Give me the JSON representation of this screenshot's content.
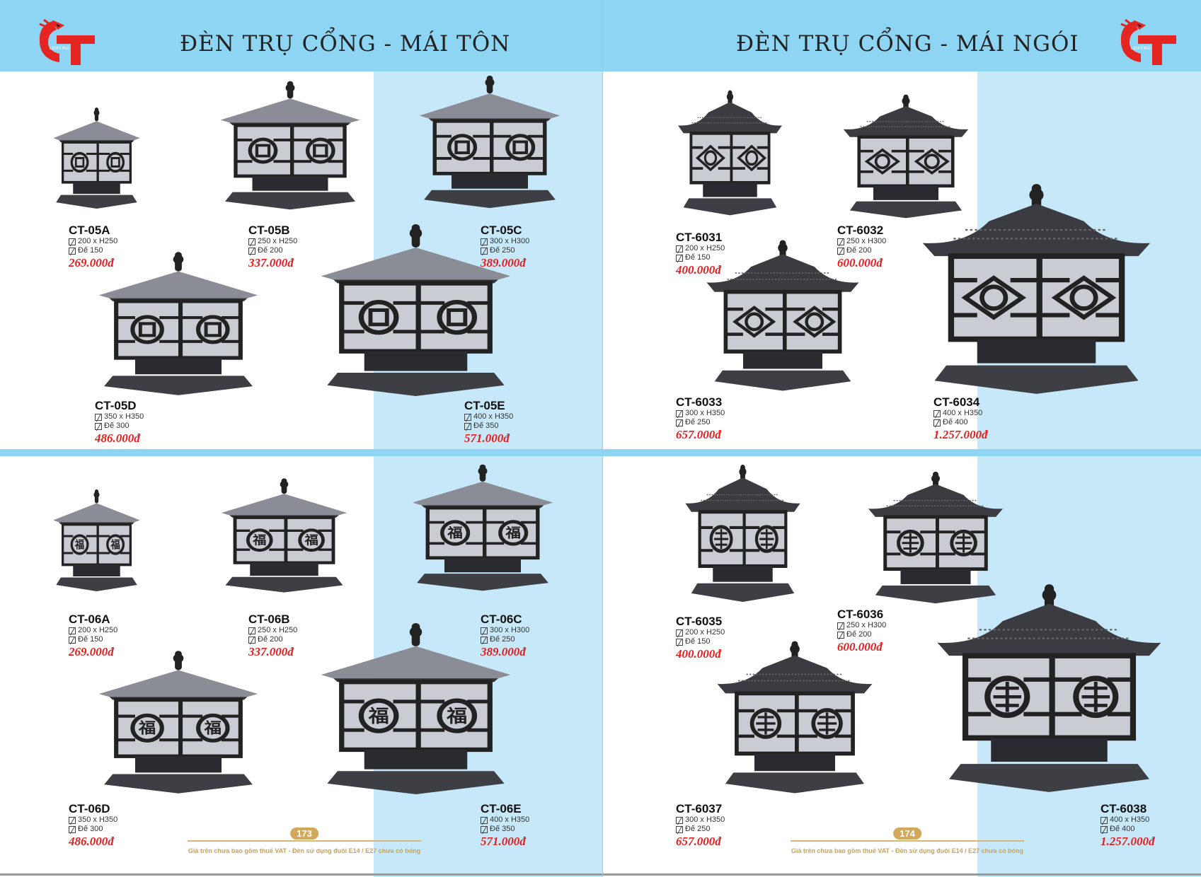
{
  "pages": [
    {
      "title": "ĐÈN TRỤ CỔNG - MÁI TÔN",
      "logo_text": "CT LIGHTING",
      "page_number": "173",
      "footer_note": "Giá trên chưa bao gồm thuế VAT - Đèn sử dụng đuôi E14 / E27 chưa có bóng"
    },
    {
      "title": "ĐÈN TRỤ CỔNG - MÁI NGÓI",
      "logo_text": "CT LIGHTING",
      "page_number": "174",
      "footer_note": "Giá trên chưa bao gồm thuế VAT - Đèn sử dụng đuôi E14 / E27 chưa có bóng"
    }
  ],
  "colors": {
    "header": "#8dd5f2",
    "strip": "#c6e8f8",
    "price": "#e41e1e",
    "logo": "#e52521"
  },
  "products": [
    {
      "code": "CT-05A",
      "size": "200 x H250",
      "base": "Đế 150",
      "price": "269.000đ",
      "roof": "ton",
      "motif": "coin"
    },
    {
      "code": "CT-05B",
      "size": "250 x H250",
      "base": "Đế 200",
      "price": "337.000đ",
      "roof": "ton",
      "motif": "coin"
    },
    {
      "code": "CT-05C",
      "size": "300 x H300",
      "base": "Đế 250",
      "price": "389.000đ",
      "roof": "ton",
      "motif": "coin"
    },
    {
      "code": "CT-05D",
      "size": "350 x H350",
      "base": "Đế 300",
      "price": "486.000đ",
      "roof": "ton",
      "motif": "coin"
    },
    {
      "code": "CT-05E",
      "size": "400 x H350",
      "base": "Đế 350",
      "price": "571.000đ",
      "roof": "ton",
      "motif": "coin"
    },
    {
      "code": "CT-06A",
      "size": "200 x H250",
      "base": "Đế 150",
      "price": "269.000đ",
      "roof": "ton",
      "motif": "fu"
    },
    {
      "code": "CT-06B",
      "size": "250 x H250",
      "base": "Đế 200",
      "price": "337.000đ",
      "roof": "ton",
      "motif": "fu"
    },
    {
      "code": "CT-06C",
      "size": "300 x H300",
      "base": "Đế 250",
      "price": "389.000đ",
      "roof": "ton",
      "motif": "fu"
    },
    {
      "code": "CT-06D",
      "size": "350 x H350",
      "base": "Đế 300",
      "price": "486.000đ",
      "roof": "ton",
      "motif": "fu"
    },
    {
      "code": "CT-06E",
      "size": "400 x H350",
      "base": "Đế 350",
      "price": "571.000đ",
      "roof": "ton",
      "motif": "fu"
    },
    {
      "code": "CT-6031",
      "size": "200 x H250",
      "base": "Đế 150",
      "price": "400.000đ",
      "roof": "ngoi",
      "motif": "eye"
    },
    {
      "code": "CT-6032",
      "size": "250 x H300",
      "base": "Đế 200",
      "price": "600.000đ",
      "roof": "ngoi",
      "motif": "eye"
    },
    {
      "code": "CT-6033",
      "size": "300 x H350",
      "base": "Đế 250",
      "price": "657.000đ",
      "roof": "ngoi",
      "motif": "eye"
    },
    {
      "code": "CT-6034",
      "size": "400 x H350",
      "base": "Đế 400",
      "price": "1.257.000đ",
      "roof": "ngoi",
      "motif": "eye"
    },
    {
      "code": "CT-6035",
      "size": "200 x H250",
      "base": "Đế 150",
      "price": "400.000đ",
      "roof": "ngoi",
      "motif": "shou"
    },
    {
      "code": "CT-6036",
      "size": "250 x H300",
      "base": "Đế 200",
      "price": "600.000đ",
      "roof": "ngoi",
      "motif": "shou"
    },
    {
      "code": "CT-6037",
      "size": "300 x H350",
      "base": "Đế 250",
      "price": "657.000đ",
      "roof": "ngoi",
      "motif": "shou"
    },
    {
      "code": "CT-6038",
      "size": "400 x H350",
      "base": "Đế 400",
      "price": "1.257.000đ",
      "roof": "ngoi",
      "motif": "shou"
    }
  ]
}
